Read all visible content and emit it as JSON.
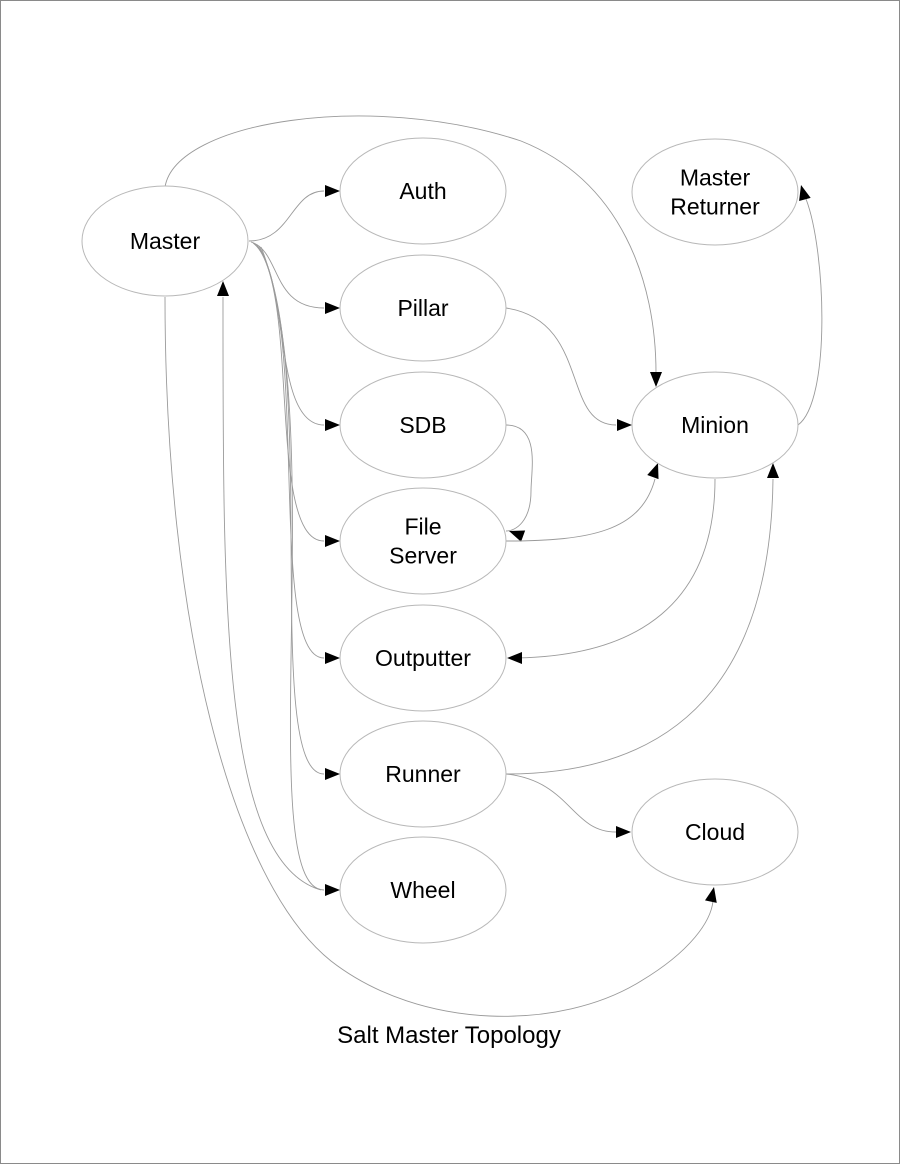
{
  "diagram": {
    "caption": "Salt Master Topology",
    "colors": {
      "edge": "#9a9a9a",
      "node_border": "#b8b8b8",
      "arrowhead": "#000000",
      "text": "#000000",
      "frame": "#8a8a8a"
    },
    "nodes": [
      {
        "id": "master",
        "lines": [
          "Master"
        ]
      },
      {
        "id": "auth",
        "lines": [
          "Auth"
        ]
      },
      {
        "id": "pillar",
        "lines": [
          "Pillar"
        ]
      },
      {
        "id": "sdb",
        "lines": [
          "SDB"
        ]
      },
      {
        "id": "fileserver",
        "lines": [
          "File",
          "Server"
        ]
      },
      {
        "id": "outputter",
        "lines": [
          "Outputter"
        ]
      },
      {
        "id": "runner",
        "lines": [
          "Runner"
        ]
      },
      {
        "id": "wheel",
        "lines": [
          "Wheel"
        ]
      },
      {
        "id": "master-returner",
        "lines": [
          "Master",
          "Returner"
        ]
      },
      {
        "id": "minion",
        "lines": [
          "Minion"
        ]
      },
      {
        "id": "cloud",
        "lines": [
          "Cloud"
        ]
      }
    ],
    "edges": [
      {
        "from": "master",
        "to": "auth"
      },
      {
        "from": "master",
        "to": "pillar"
      },
      {
        "from": "master",
        "to": "sdb"
      },
      {
        "from": "master",
        "to": "fileserver"
      },
      {
        "from": "master",
        "to": "outputter"
      },
      {
        "from": "master",
        "to": "runner"
      },
      {
        "from": "master",
        "to": "wheel"
      },
      {
        "from": "master",
        "to": "minion"
      },
      {
        "from": "master",
        "to": "cloud"
      },
      {
        "from": "wheel",
        "to": "master"
      },
      {
        "from": "pillar",
        "to": "minion"
      },
      {
        "from": "sdb",
        "to": "fileserver"
      },
      {
        "from": "fileserver",
        "to": "minion"
      },
      {
        "from": "minion",
        "to": "outputter"
      },
      {
        "from": "minion",
        "to": "master-returner"
      },
      {
        "from": "runner",
        "to": "minion"
      },
      {
        "from": "runner",
        "to": "cloud"
      }
    ]
  }
}
